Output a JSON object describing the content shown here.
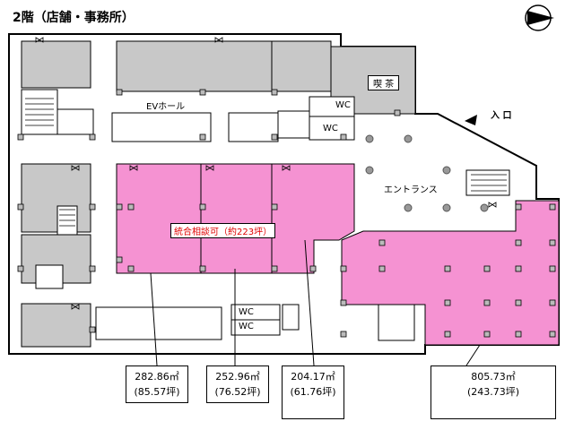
{
  "title": "2階（店舗・事務所）",
  "labels": {
    "ev_hall": "EVホール",
    "wc1": "WC",
    "wc2": "WC",
    "wc3": "WC",
    "wc4": "WC",
    "cafe": "喫 茶",
    "entrance_hall": "エントランス",
    "entrance": "入 口",
    "combined": "統合相談可（約223坪）"
  },
  "areas": [
    {
      "sqm": "282.86㎡",
      "tsubo": "(85.57坪)"
    },
    {
      "sqm": "252.96㎡",
      "tsubo": "(76.52坪)"
    },
    {
      "sqm": "204.17㎡",
      "tsubo": "(61.76坪)"
    },
    {
      "sqm": "805.73㎡",
      "tsubo": "(243.73坪)"
    }
  ],
  "colors": {
    "pink": "#f592d2",
    "gray": "#c8c8c8",
    "wall": "#000000"
  },
  "icons": {
    "north": "north-arrow-icon",
    "entrance": "entrance-arrow-icon"
  }
}
